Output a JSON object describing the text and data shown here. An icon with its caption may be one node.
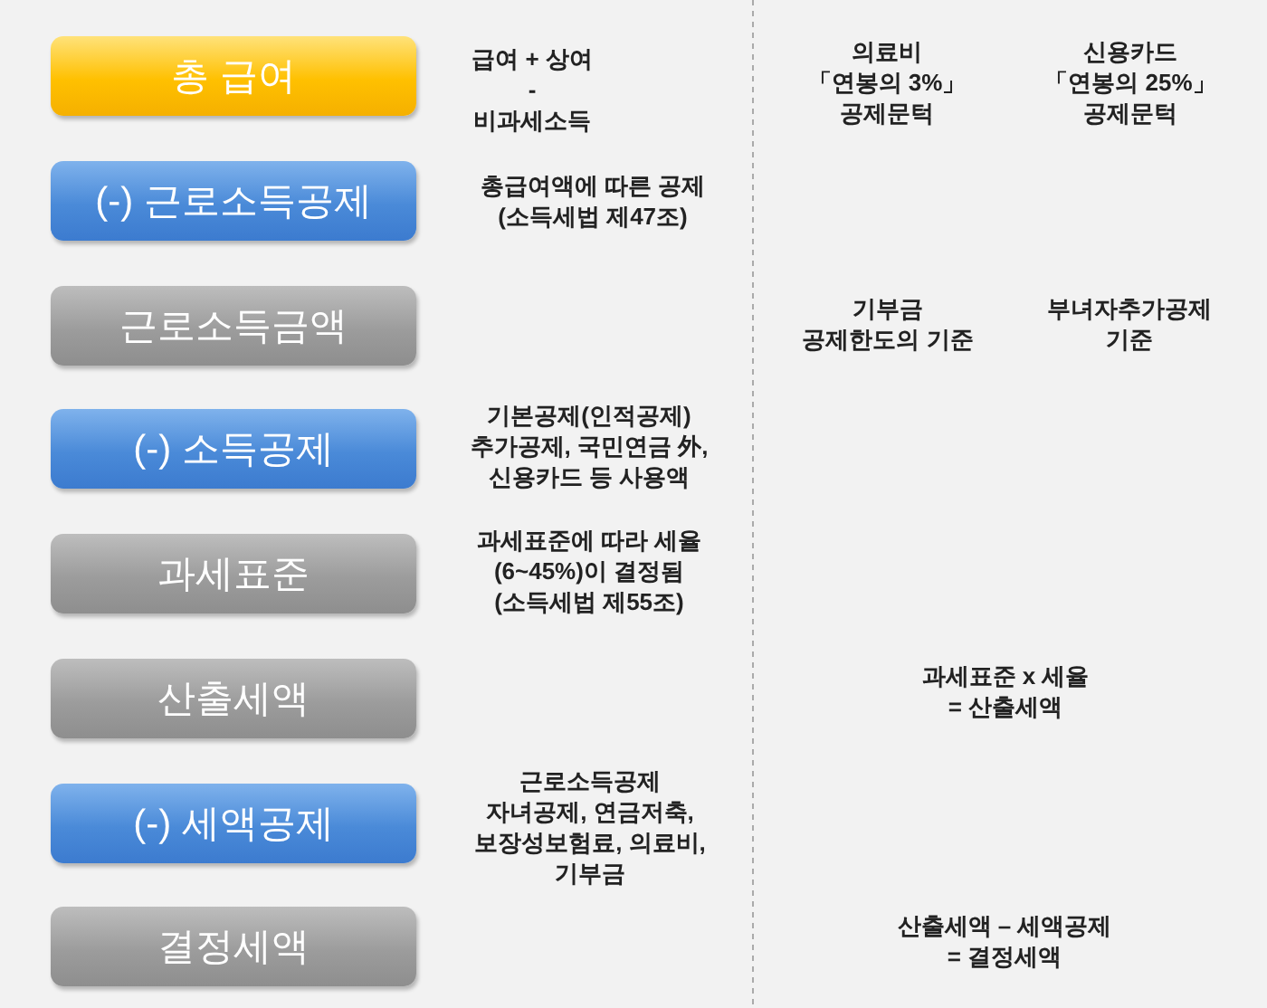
{
  "diagram": {
    "nodes": [
      {
        "text": [
          "총 급여"
        ],
        "beside": [
          "급여 + 상여 - 비과세소득"
        ]
      },
      {
        "text": [
          "(-) 근로소득공제"
        ],
        "beside": [
          "총급여액에 따른 공제 (소득세법 제47조)"
        ]
      },
      {
        "text": [
          "근로소득금액"
        ]
      },
      {
        "text": [
          "(-) 소득공제"
        ],
        "beside": [
          "기본공제(인적공제) 추가공제, 국민연금 外, 신용카드 등 사용액"
        ]
      },
      {
        "text": [
          "과세표준"
        ],
        "beside": [
          "과세표준에 따라 세율(6~45%)이 결정됨 (소득세법 제55조)"
        ]
      },
      {
        "text": [
          "산출세액"
        ]
      },
      {
        "text": [
          "(-) 세액공제"
        ],
        "beside": [
          "근로소득공제 자녀공제, 연금저축, 보장성보험료, 의료비, 기부금"
        ]
      },
      {
        "text": [
          "결정세액"
        ]
      }
    ],
    "labels": [
      "의료비 「연봉의 3%」 공제문턱",
      "신용카드 「연봉의 25%」 공제문턱",
      "기부금 공제한도의 기준",
      "부녀자추가공제 기준",
      "과세표준 x 세율 = 산출세액",
      "산출세액 – 세액공제 = 결정세액"
    ]
  }
}
